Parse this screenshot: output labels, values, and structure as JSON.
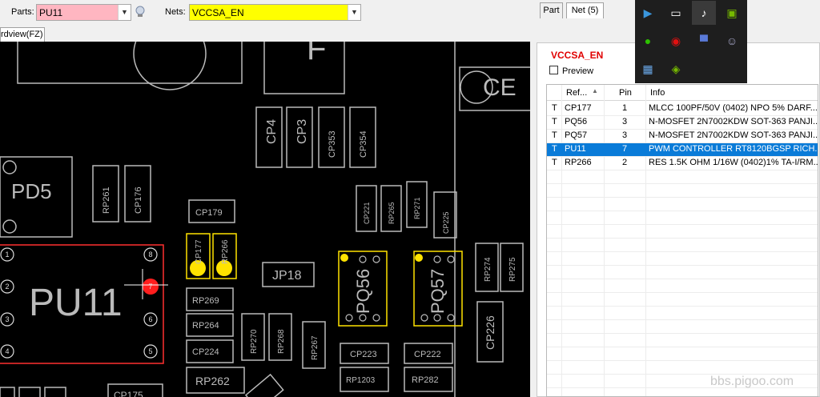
{
  "toolbar": {
    "parts_label": "Parts:",
    "parts_value": "PU11",
    "nets_label": "Nets:",
    "nets_value": "VCCSA_EN",
    "parts_bg": "#ffb6c1",
    "nets_bg": "#ffff00"
  },
  "view_tab": "rdview(FZ)",
  "right_tabs": [
    "Part",
    "Net (5)"
  ],
  "net": {
    "name": "VCCSA_EN",
    "preview_label": "Preview",
    "columns": [
      "Ref...",
      "Pin",
      "Info"
    ],
    "rows": [
      {
        "t": "T",
        "ref": "CP177",
        "pin": "1",
        "info": "MLCC 100PF/50V (0402) NPO 5% DARF..."
      },
      {
        "t": "T",
        "ref": "PQ56",
        "pin": "3",
        "info": "N-MOSFET 2N7002KDW SOT-363 PANJI..."
      },
      {
        "t": "T",
        "ref": "PQ57",
        "pin": "3",
        "info": "N-MOSFET 2N7002KDW SOT-363 PANJI..."
      },
      {
        "t": "T",
        "ref": "PU11",
        "pin": "7",
        "info": "PWM CONTROLLER RT8120BGSP RICH..."
      },
      {
        "t": "T",
        "ref": "RP266",
        "pin": "2",
        "info": "RES 1.5K OHM 1/16W (0402)1% TA-I/RM..."
      }
    ],
    "selected_index": 3
  },
  "board_labels": {
    "pu11": "PU11",
    "pd5": "PD5",
    "jp18": "JP18",
    "pq56": "PQ56",
    "pq57": "PQ57",
    "cp4": "CP4",
    "cp3": "CP3",
    "cp353": "CP353",
    "cp354": "CP354",
    "rp261": "RP261",
    "cp176": "CP176",
    "cp179": "CP179",
    "cp177": "CP177",
    "rp266": "RP266",
    "rp269": "RP269",
    "rp264": "RP264",
    "cp224": "CP224",
    "rp262": "RP262",
    "rp270": "RP270",
    "rp268": "RP268",
    "rp267": "RP267",
    "cp223": "CP223",
    "cp222": "CP222",
    "rp1203": "RP1203",
    "rp282": "RP282",
    "cp226": "CP226",
    "rp274": "RP274",
    "rp275": "RP275",
    "cp221": "CP221",
    "rp265": "RP265",
    "rp271": "RP271",
    "cp225": "CP225",
    "ce": "CE",
    "f": "F",
    "cp175": "CP175",
    "pins_left": [
      "1",
      "2",
      "3",
      "4"
    ],
    "pins_right": [
      "8",
      "7",
      "6",
      "5"
    ]
  },
  "watermark": "bbs.pigoo.com",
  "tray_icons": [
    "store-icon",
    "display-icon",
    "speaker-icon",
    "gpu-icon",
    "wechat-icon",
    "security-icon",
    "monitor-icon",
    "user-icon",
    "calendar-icon",
    "nvidia-icon"
  ]
}
